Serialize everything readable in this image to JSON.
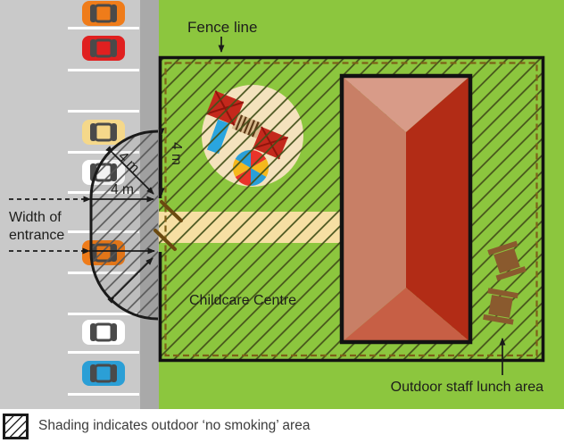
{
  "labels": {
    "fence_line": "Fence line",
    "width_of_entrance_line1": "Width of",
    "width_of_entrance_line2": "entrance",
    "childcare_centre": "Childcare Centre",
    "outdoor_staff_lunch_area": "Outdoor staff lunch area",
    "dim_vertical": "4 m",
    "dim_diagonal": "4 m",
    "dim_horizontal": "4 m"
  },
  "legend": {
    "text": "Shading indicates outdoor ‘no smoking’ area"
  },
  "palette": {
    "road": "#c9c9c9",
    "kerb": "#a9a9a9",
    "grass": "#8cc63e",
    "path": "#f6dfa3",
    "playground": "#f4e2bd",
    "roof_top": "#d89b88",
    "roof_left": "#c87f66",
    "roof_right": "#b22c16",
    "roof_bottom": "#c75f45",
    "platform": "#c4281c",
    "slide": "#2aa5df",
    "ladder": "#d8b98d",
    "table": "#8a5a2e",
    "ball": [
      "#e8342a",
      "#f5b81c",
      "#2a9fd8"
    ]
  },
  "parking": {
    "cars": [
      {
        "color": "#ef7c1a"
      },
      {
        "color": "#e02020"
      },
      {
        "color": "#f5d88a"
      },
      {
        "color": "#ffffff"
      },
      {
        "color": "#ef7c1a"
      },
      {
        "color": "#ffffff"
      },
      {
        "color": "#2b9fd6"
      }
    ]
  }
}
